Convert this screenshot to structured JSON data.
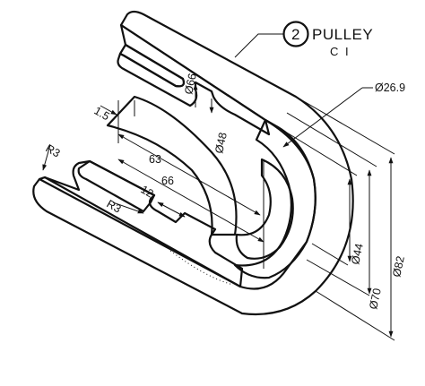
{
  "part": {
    "number": "2",
    "name": "PULLEY",
    "material": "C I"
  },
  "dimensions": {
    "bore_diameter": "Ø26.9",
    "d66": "Ø66",
    "d48": "Ø48",
    "d44": "Ø44",
    "d70": "Ø70",
    "d82": "Ø82",
    "offset_1_5": "1.5",
    "length_63": "63",
    "length_66": "66",
    "groove_12": "12",
    "radius_outer": "R3",
    "radius_inner": "R3"
  },
  "colors": {
    "ink": "#111111",
    "paper": "#ffffff"
  }
}
